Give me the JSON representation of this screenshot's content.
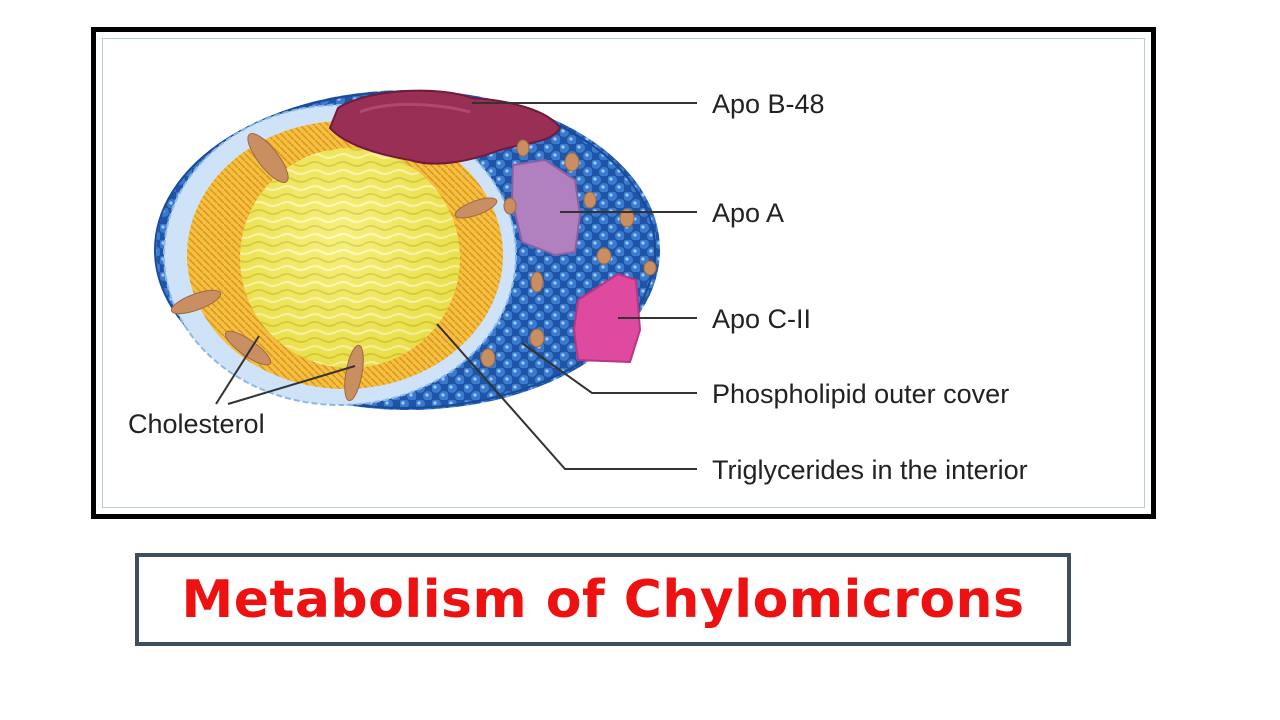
{
  "figure": {
    "labels": {
      "apo_b48": "Apo B-48",
      "apo_a": "Apo A",
      "apo_c2": "Apo C-II",
      "phospholipid": "Phospholipid outer cover",
      "triglycerides": "Triglycerides in the interior",
      "cholesterol": "Cholesterol"
    },
    "colors": {
      "phospholipid_blue": "#2f6bc4",
      "triglyceride_yellow": "#f4ea52",
      "rim_orange": "#f2b33a",
      "apo_b48": "#9a2f55",
      "apo_a": "#b080bf",
      "apo_c2": "#de4aa0",
      "cholesterol": "#c98e62"
    }
  },
  "title": {
    "text": "Metabolism of Chylomicrons",
    "color": "#ee1111"
  }
}
